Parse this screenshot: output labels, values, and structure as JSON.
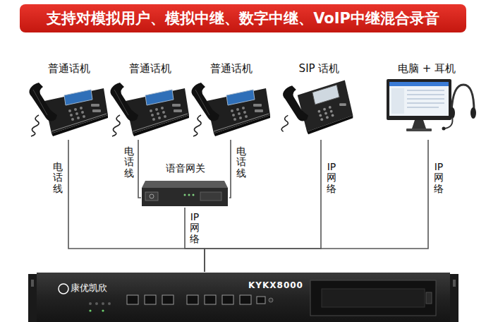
{
  "diagram": {
    "title": "支持对模拟用户、模拟中继、数字中继、VoIP中继混合录音",
    "nodes": [
      {
        "text": [
          "普通话机"
        ]
      },
      {
        "text": [
          "普通话机"
        ]
      },
      {
        "text": [
          "普通话机"
        ]
      },
      {
        "text": [
          "SIP 话机"
        ]
      },
      {
        "text": [
          "电脑 + 耳机"
        ]
      },
      {
        "text": [
          "语音网关"
        ]
      },
      {
        "text": [
          "康优凯欣",
          "KYKX8000"
        ]
      }
    ],
    "edges": [
      {
        "from": 0,
        "to": 6,
        "label": "电话线",
        "arrow": "none"
      },
      {
        "from": 1,
        "to": 5,
        "label": "电话线",
        "arrow": "none"
      },
      {
        "from": 2,
        "to": 5,
        "label": "电话线",
        "arrow": "none"
      },
      {
        "from": 5,
        "to": 6,
        "label": "IP 网络",
        "arrow": "none"
      },
      {
        "from": 3,
        "to": 6,
        "label": "IP 网络",
        "arrow": "none"
      },
      {
        "from": 4,
        "to": 6,
        "label": "IP 网络",
        "arrow": "none"
      }
    ]
  }
}
